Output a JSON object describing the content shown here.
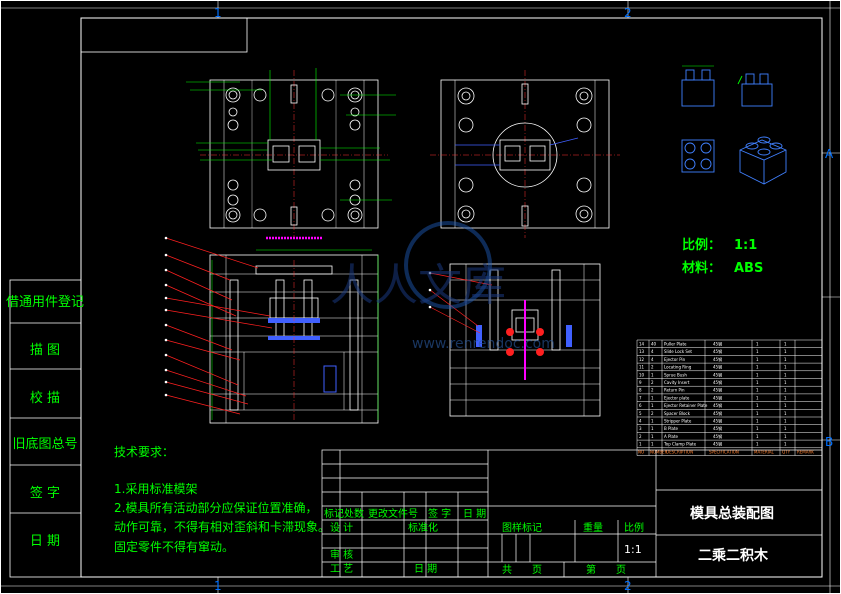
{
  "grid": {
    "top_numbers": [
      "1",
      "2"
    ],
    "bottom_numbers": [
      "1",
      "2"
    ],
    "right_letters": [
      "A",
      "B"
    ]
  },
  "left_strip": [
    "借通用件登记",
    "描  图",
    "校  描",
    "旧底图总号",
    "签  字",
    "日  期"
  ],
  "scale_line": {
    "label": "比例：",
    "value": "1:1"
  },
  "material_line": {
    "label": "材料：",
    "value": "ABS"
  },
  "tech": {
    "heading": "技术要求：",
    "items": [
      "1.采用标准模架",
      "2.模具所有活动部分应保证位置准确，",
      "动作可靠，不得有相对歪斜和卡滞现象。",
      "固定零件不得有窜动。"
    ]
  },
  "title_block": {
    "drawing_name": "模具总装配图",
    "part_name": "二乘二积木",
    "cells": [
      "标记",
      "处数",
      "更改文件号",
      "签  字",
      "日  期",
      "设  计",
      "标准化",
      "审  核",
      "工  艺",
      "日  期"
    ],
    "stage_label": "图样标记",
    "weight_label": "重量",
    "scale_label": "比例",
    "scale_value": "1:1",
    "sheets_label": "共　　页",
    "sheet_label": "第　　页"
  },
  "watermark": {
    "text": "人人文库",
    "url": "www.renrendoc.com"
  },
  "bom": {
    "rows": [
      [
        "14",
        "40",
        "Puller Plate",
        "45钢",
        "1",
        "1"
      ],
      [
        "13",
        "4",
        "Slide Lock Set",
        "45钢",
        "1",
        "1"
      ],
      [
        "12",
        "4",
        "Ejector Pin",
        "45钢",
        "1",
        "1"
      ],
      [
        "11",
        "2",
        "Locating Ring",
        "45钢",
        "1",
        "1"
      ],
      [
        "10",
        "1",
        "Sprue Bush",
        "45钢",
        "1",
        "1"
      ],
      [
        "9",
        "2",
        "Cavity Insert",
        "45钢",
        "1",
        "1"
      ],
      [
        "8",
        "2",
        "Return Pin",
        "45钢",
        "1",
        "1"
      ],
      [
        "7",
        "1",
        "Ejector plate",
        "45钢",
        "1",
        "1"
      ],
      [
        "6",
        "1",
        "Ejector Retainer Plate",
        "45钢",
        "1",
        "1"
      ],
      [
        "5",
        "2",
        "Spacer Block",
        "45钢",
        "1",
        "1"
      ],
      [
        "4",
        "1",
        "Stripper Plate",
        "45钢",
        "1",
        "1"
      ],
      [
        "3",
        "1",
        "B Plate",
        "45钢",
        "1",
        "1"
      ],
      [
        "2",
        "1",
        "A Plate",
        "45钢",
        "1",
        "1"
      ],
      [
        "1",
        "1",
        "Top Clamp Plate",
        "45钢",
        "1",
        "1"
      ]
    ],
    "header": [
      "NO",
      "NUMBER",
      "DESCRIPTION",
      "SPECIFICATION",
      "MATERIAL",
      "QTY",
      "REMARK"
    ]
  }
}
